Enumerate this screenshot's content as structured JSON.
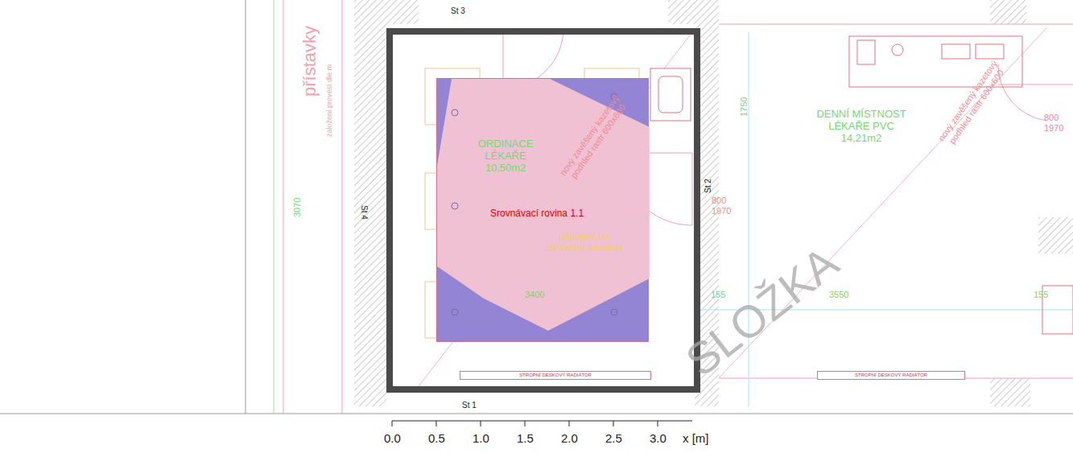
{
  "diagram": {
    "nodes": [
      {
        "text": [
          "Srovnávací rovina 1.1"
        ]
      },
      {
        "text": [
          "STROPNÍ DESKOVÝ RADIÁTOR"
        ]
      },
      {
        "text": [
          "STROPNÍ DESKOVÝ RADIÁTOR"
        ]
      }
    ],
    "labels": [
      "St 3",
      "St 4",
      "St 2",
      "St 1",
      "ORDINACE LÉKAŘE 10,50m2",
      "připojení na zdravotní instalaci",
      "3400",
      "nový zavěšený kazetový podhled rastr 600x600",
      "nový zavěšený kazetový podhled rastr 600x600",
      "DENNÍ MÍSTNOST LÉKAŘE PVC 14,21m2",
      "1750",
      "800 1970",
      "800 1970",
      "3070",
      "155",
      "3550",
      "155",
      "přístavky",
      "založení provést dle m",
      "0.0",
      "0.5",
      "1.0",
      "1.5",
      "2.0",
      "2.5",
      "3.0",
      "x [m]",
      "SLOŽKA"
    ]
  }
}
